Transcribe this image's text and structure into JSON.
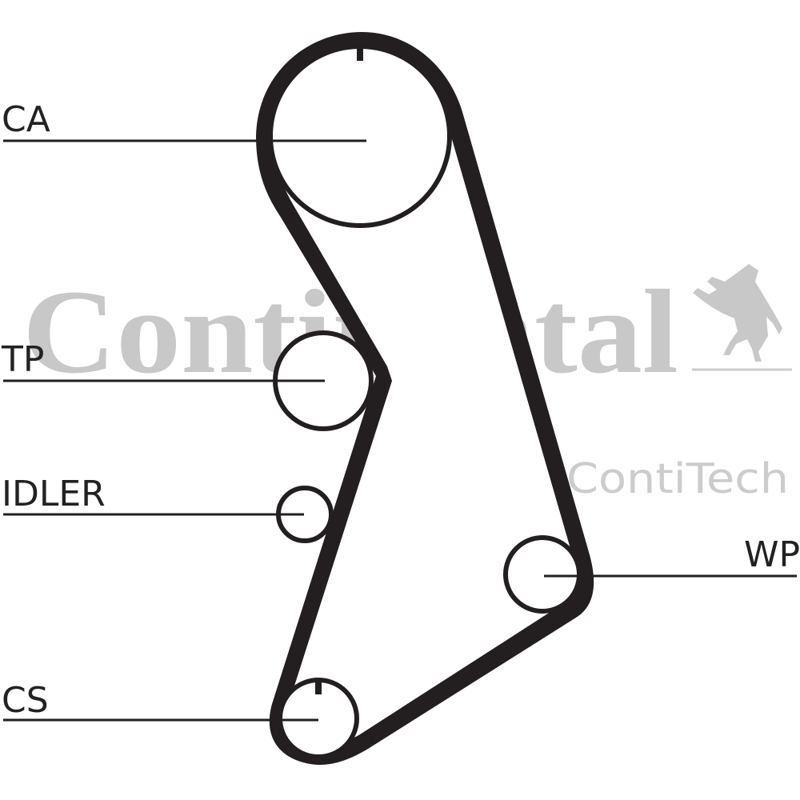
{
  "watermark": {
    "brand": "Continental",
    "sub_brand": "ContiTech",
    "logo_icon": "rearing-horse-icon",
    "color": "#c8c8c8"
  },
  "labels": {
    "ca": "CA",
    "tp": "TP",
    "idler": "IDLER",
    "wp": "WP",
    "cs": "CS"
  },
  "colors": {
    "belt": "#231f20",
    "line": "#231f20",
    "background": "#ffffff"
  }
}
